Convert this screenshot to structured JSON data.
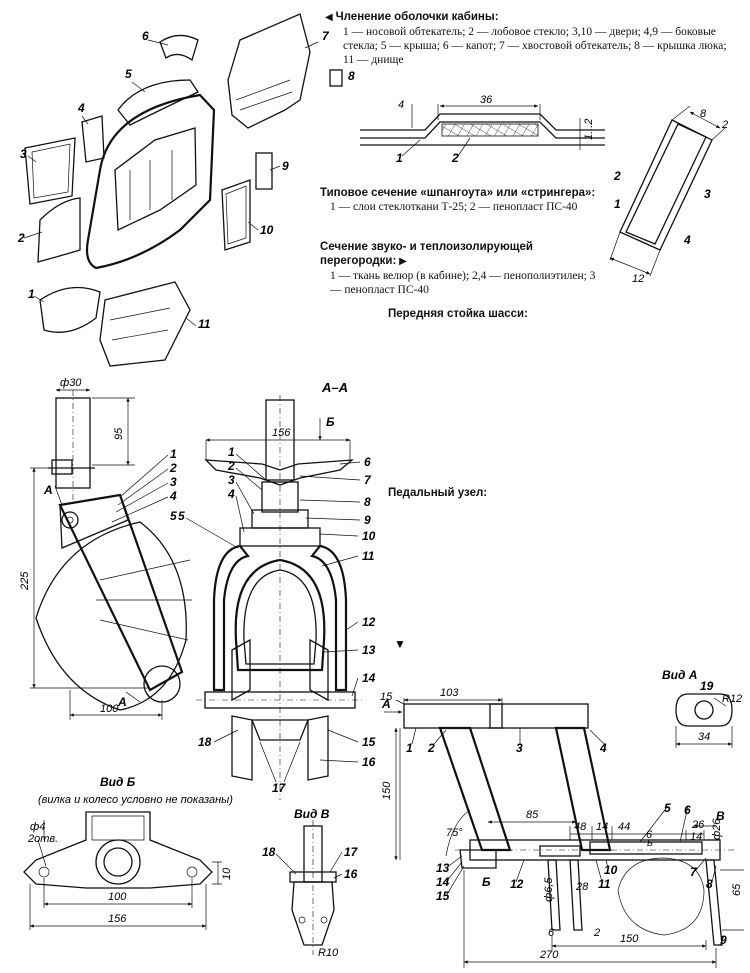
{
  "cabin_caption": {
    "title": "Членение оболочки кабины:",
    "body": "1 — носовой обтекатель; 2 — лобовое стекло; 3,10 — двери; 4,9 — боковые стекла; 5 — крыша; 6 — капот; 7 — хвостовой обтекатель; 8 — крышка люка; 11 — днище"
  },
  "frame_caption": {
    "title": "Типовое сечение «шпангоута» или «стрингера»:",
    "body": "1 — слои стеклоткани Т-25; 2 — пенопласт ПС-40"
  },
  "insulation_caption": {
    "title": "Сечение звуко- и теплоизолирующей перегородки:",
    "body": "1 — ткань велюр (в кабине); 2,4 — пенополиэтилен; 3 — пенопласт ПС-40"
  },
  "headings": {
    "front_strut": "Передняя стойка шасси:",
    "pedal": "Педальный узел:"
  },
  "view_titles": {
    "section_aa": "А–А",
    "view_b": "Вид Б",
    "view_b_note": "(вилка и колесо условно не показаны)",
    "view_v": "Вид В",
    "view_a": "Вид А"
  },
  "cabin_parts": [
    "1",
    "2",
    "3",
    "4",
    "5",
    "6",
    "7",
    "8",
    "9",
    "10",
    "11"
  ],
  "frame_section": {
    "dims": [
      "36",
      "4",
      "1...2"
    ],
    "labels": [
      "1",
      "2"
    ]
  },
  "insulation_section": {
    "dims": [
      "8",
      "2",
      "12"
    ],
    "labels": [
      "1",
      "2",
      "3",
      "4"
    ]
  },
  "strut": {
    "dims": [
      "ф30",
      "95",
      "225",
      "100"
    ],
    "labels": [
      "1",
      "2",
      "3",
      "4",
      "5"
    ],
    "section_mark": "А"
  },
  "section_aa": {
    "dims": [
      "156"
    ],
    "arrow_mark": "Б",
    "labels": [
      "1",
      "2",
      "3",
      "4",
      "5",
      "6",
      "7",
      "8",
      "9",
      "10",
      "11",
      "12",
      "13",
      "14",
      "15",
      "16",
      "17",
      "18"
    ],
    "left_labels": [
      "1",
      "2",
      "3",
      "4",
      "5"
    ]
  },
  "view_b": {
    "dims": [
      "ф4",
      "2отв.",
      "100",
      "156",
      "10"
    ]
  },
  "view_v": {
    "dims": [
      "R10"
    ],
    "labels": [
      "18",
      "17",
      "16"
    ]
  },
  "view_a": {
    "dims": [
      "R12",
      "34"
    ],
    "labels": [
      "19"
    ]
  },
  "pedal": {
    "dims": [
      "103",
      "15",
      "150",
      "85",
      "75°",
      "48",
      "14",
      "44",
      "26",
      "14",
      "ф26",
      "6",
      "ф6,5",
      "28",
      "65",
      "150",
      "270",
      "6",
      "2"
    ],
    "labels": [
      "1",
      "2",
      "3",
      "4",
      "5",
      "6",
      "7",
      "8",
      "9",
      "10",
      "11",
      "12",
      "13",
      "14",
      "15"
    ],
    "marks": [
      "А",
      "В",
      "Б",
      "Б"
    ]
  }
}
